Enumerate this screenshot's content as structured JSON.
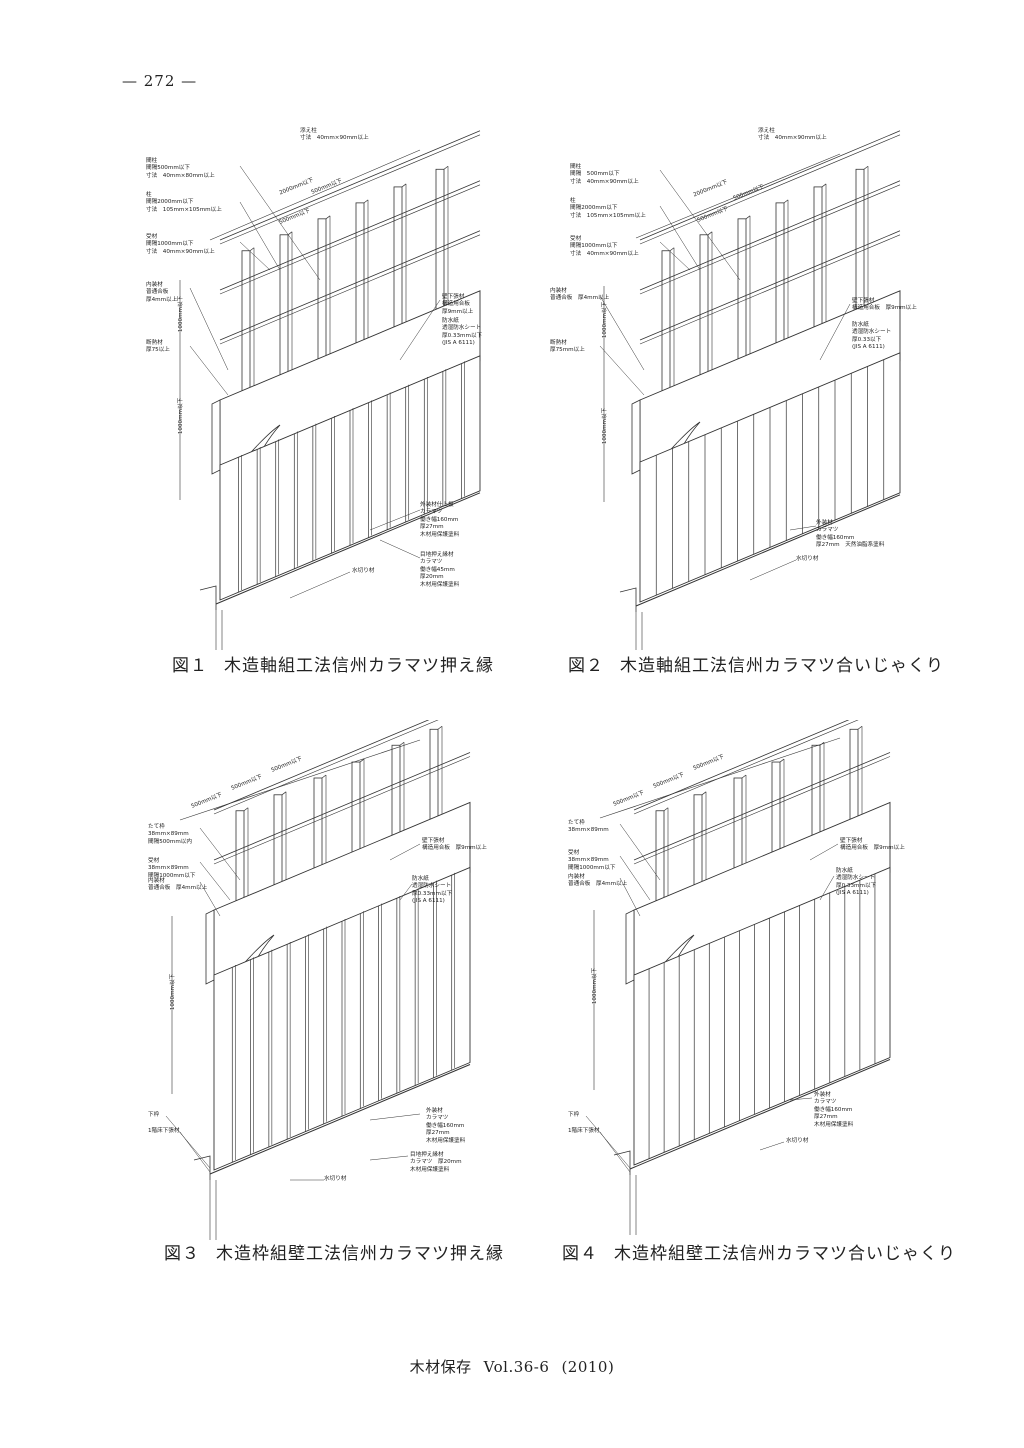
{
  "header": {
    "page_number": "— 272 —"
  },
  "figures": [
    {
      "caption_number": "図１",
      "caption_text": "木造軸組工法信州カラマツ押え縁",
      "labels": {
        "soe": "添え柱\n寸法　40mm×90mm以上",
        "mabashira": "間柱\n間隔500mm以下\n寸法　40mm×80mm以上",
        "hashira": "柱\n間隔2000mm以下\n寸法　105mm×105mm以上",
        "ukezai": "受材\n間隔1000mm以下\n寸法　40mm×90mm以上",
        "naiso": "内装材\n普通合板\n厚4mm以上",
        "dannetsu": "断熱材\n厚75以上",
        "kabeshita": "壁下張材\n構造用合板\n厚9mm以上",
        "bousui": "防水紙\n透湿防水シート\n厚0.33mm以下\n(JIS A 6111)",
        "gaiso": "外装材仕上板\nカラマツ\n働き幅160mm\n厚27mm\n木材用保護塗料",
        "mejioshi": "目地押え縁材\nカラマツ\n働き幅45mm\n厚20mm\n木材用保護塗料",
        "mizukiri": "水切り材"
      },
      "dims": {
        "d1": "2000mm以下",
        "d2": "500mm以下",
        "d3": "500mm以下",
        "v1": "1000mm以下",
        "v2": "1000mm以下"
      }
    },
    {
      "caption_number": "図２",
      "caption_text": "木造軸組工法信州カラマツ合いじゃくり",
      "labels": {
        "soe": "添え柱\n寸法　40mm×90mm以上",
        "mabashira": "間柱\n間隔　500mm以下\n寸法　40mm×90mm以上",
        "hashira": "柱\n間隔2000mm以下\n寸法　105mm×105mm以上",
        "ukezai": "受材\n間隔1000mm以下\n寸法　40mm×90mm以上",
        "naiso": "内装材\n普通合板　厚4mm以上",
        "dannetsu": "断熱材\n厚75mm以上",
        "kabeshita": "壁下張材\n構造用合板　厚9mm以上",
        "bousui": "防水紙\n透湿防水シート\n厚0.33以下\n(JIS A 6111)",
        "gaiso": "外装材\nカラマツ\n働き幅160mm\n厚27mm　天然油脂系塗料",
        "mizukiri": "水切り材"
      },
      "dims": {
        "d1": "2000mm以下",
        "d2": "500mm以下",
        "d3": "500mm以下",
        "v1": "1000mm以下",
        "v2": "1000mm以下"
      }
    },
    {
      "caption_number": "図３",
      "caption_text": "木造枠組壁工法信州カラマツ押え縁",
      "labels": {
        "tatewaku": "たて枠\n38mm×89mm\n間隔500mm以内",
        "ukezai": "受材\n38mm×89mm\n間隔1000mm以下",
        "naiso": "内装材\n普通合板　厚4mm以上",
        "kabeshita": "壁下張材\n構造用合板　厚9mm以上",
        "bousui": "防水紙\n透湿防水シート\n厚0.33mm以下\n(JIS A 6111)",
        "gaiso": "外装材\nカラマツ\n働き幅160mm\n厚27mm\n木材用保護塗料",
        "mejioshi": "目地押え縁材\nカラマツ　厚20mm\n木材用保護塗料",
        "shitawaku": "下枠",
        "yuka": "1階床下張材",
        "mizukiri": "水切り材"
      },
      "dims": {
        "d1": "500mm以下",
        "d2": "500mm以下",
        "d3": "500mm以下",
        "v1": "1000mm以下"
      }
    },
    {
      "caption_number": "図４",
      "caption_text": "木造枠組壁工法信州カラマツ合いじゃくり",
      "labels": {
        "tatewaku": "たて枠\n38mm×89mm",
        "ukezai": "受材\n38mm×89mm\n間隔1000mm以下",
        "naiso": "内装材\n普通合板　厚4mm以上",
        "kabeshita": "壁下張材\n構造用合板　厚9mm以上",
        "bousui": "防水紙\n透湿防水シート\n厚0.33mm以下\n(JIS A 6111)",
        "gaiso": "外装材\nカラマツ\n働き幅160mm\n厚27mm\n木材用保護塗料",
        "shitawaku": "下枠",
        "yuka": "1階床下張材",
        "mizukiri": "水切り材"
      },
      "dims": {
        "d1": "500mm以下",
        "d2": "500mm以下",
        "d3": "500mm以下",
        "v1": "1000mm以下"
      }
    }
  ],
  "footer": {
    "journal": "木材保存",
    "volume": "Vol.36-6",
    "year": "(2010)"
  }
}
